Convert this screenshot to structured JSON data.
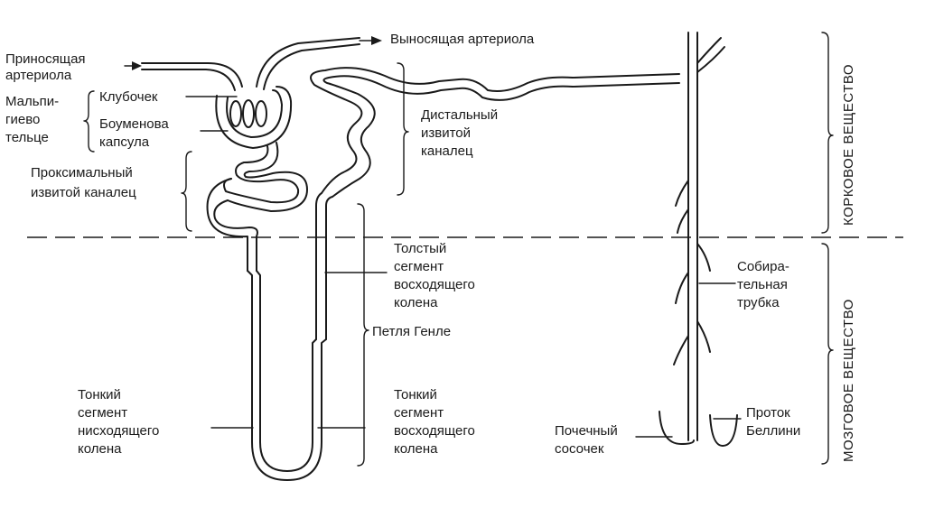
{
  "labels": {
    "afferent": [
      "Приносящая",
      "артериола"
    ],
    "efferent": "Выносящая артериола",
    "malpighian": [
      "Мальпи-",
      "гиево",
      "тельце"
    ],
    "glomerulus": "Клубочек",
    "bowman": [
      "Боуменова",
      "капсула"
    ],
    "proximal": [
      "Проксимальный",
      "извитой каналец"
    ],
    "distal": [
      "Дистальный",
      "извитой",
      "каналец"
    ],
    "thick_ascending": [
      "Толстый",
      "сегмент",
      "восходящего",
      "колена"
    ],
    "henle_loop": "Петля Генле",
    "thin_descending": [
      "Тонкий",
      "сегмент",
      "нисходящего",
      "колена"
    ],
    "thin_ascending": [
      "Тонкий",
      "сегмент",
      "восходящего",
      "колена"
    ],
    "collecting_duct": [
      "Собира-",
      "тельная",
      "трубка"
    ],
    "papilla": [
      "Почечный",
      "сосочек"
    ],
    "bellini": [
      "Проток",
      "Беллини"
    ],
    "cortex": "КОРКОВОЕ ВЕЩЕСТВО",
    "medulla": "МОЗГОВОЕ ВЕЩЕСТВО"
  }
}
